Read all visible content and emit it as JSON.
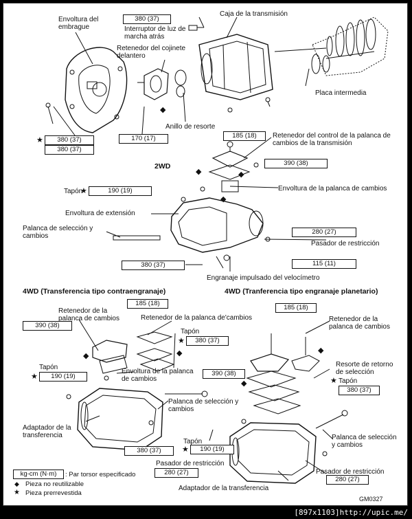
{
  "labels": {
    "clutch_housing": "Envoltura del embrague",
    "backup_switch": "Interruptor de luz de marcha atrás",
    "front_bearing_retainer": "Retenedor del cojinete delantero",
    "transmission_case": "Caja de la transmisión",
    "intermediate_plate": "Placa intermedia",
    "snap_ring": "Anillo de resorte",
    "shift_control_retainer": "Retenedor del control de la palanca de cambios de la transmisión",
    "heading_2wd": "2WD",
    "plug_2wd": "Tapón",
    "shift_lever_housing_2wd": "Envoltura de la palanca de cambios",
    "extension_housing": "Envoltura de extensión",
    "select_lever_2wd": "Palanca de selección y cambios",
    "restrict_pin_2wd": "Pasador de restricción",
    "speedo_gear": "Engranaje impulsado del velocímetro",
    "heading_4wd_counter": "4WD (Transferencia tipo contraengranaje)",
    "heading_4wd_planetary": "4WD (Tranferencia tipo engranaje planetario)",
    "shift_retainer_l": "Retenedor de la palanca de cambios",
    "shift_lever_retainer_l2": "Retenedor de la palanca de'cambios",
    "plug_l1": "Tapón",
    "plug_l2": "Tapón",
    "shift_lever_housing_l": "Envoltura de la palanca de cambios",
    "select_lever_l": "Palanca de selección y cambios",
    "transfer_adapter_l": "Adaptador de la transferencia",
    "plug_l3": "Tapón",
    "restrict_pin_l": "Pasador de restricción",
    "shift_retainer_r": "Retenedor de la palanca de cambios",
    "return_spring_r": "Resorte de retorno de selección",
    "plug_r": "Tapón",
    "select_lever_r": "Palanca de selección y cambios",
    "restrict_pin_r": "Pasador de restricción",
    "transfer_adapter_r": "Adaptador de la transferencia",
    "stamp": "GM0327"
  },
  "torques": {
    "t_380_top": "380 (37)",
    "t_380_l1": "380 (37)",
    "t_380_l2": "380 (37)",
    "t_170": "170 (17)",
    "t_185": "185 (18)",
    "t_390": "390 (38)",
    "t_190_2wd": "190 (19)",
    "t_280_2wd": "280 (27)",
    "t_380_2wd": "380 (37)",
    "t_115": "115 (11)",
    "t_185_l": "185 (18)",
    "t_390_l": "390 (38)",
    "t_380_l_plug": "380 (37)",
    "t_190_l": "190 (19)",
    "t_380_l_bot": "380 (37)",
    "t_190_l2": "190 (19)",
    "t_280_l": "280 (27)",
    "t_185_r": "185 (18)",
    "t_390_r": "390 (38)",
    "t_380_r": "380 (37)",
    "t_280_r": "280 (27)"
  },
  "legend": {
    "unit_box": "kg-cm (N·m)",
    "unit_desc": ": Par torsor especificado",
    "diamond_desc": "Pieza no reutilizable",
    "star_desc": "Pieza prerrevestida"
  },
  "footer": "[897x1103]http://upic.me/"
}
